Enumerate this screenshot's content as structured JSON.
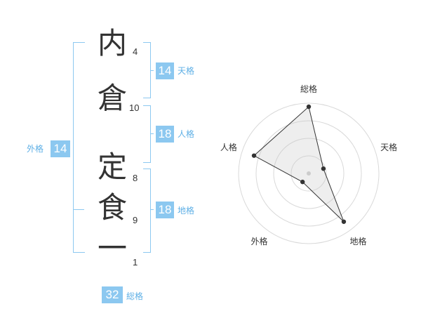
{
  "name_chars": [
    {
      "char": "内",
      "strokes": "4"
    },
    {
      "char": "倉",
      "strokes": "10"
    },
    {
      "char": "定",
      "strokes": "8"
    },
    {
      "char": "食",
      "strokes": "9"
    },
    {
      "char": "一",
      "strokes": "1"
    }
  ],
  "kaku": {
    "tenkaku": {
      "label": "天格",
      "value": "14"
    },
    "jinkaku": {
      "label": "人格",
      "value": "18"
    },
    "chikaku": {
      "label": "地格",
      "value": "18"
    },
    "gaikaku": {
      "label": "外格",
      "value": "14"
    },
    "soukaku": {
      "label": "総格",
      "value": "32"
    }
  },
  "colors": {
    "accent": "#8cc8f0",
    "accent_text": "#5fb0e6",
    "text": "#333333"
  },
  "chart_data": {
    "type": "radar",
    "axes": [
      "総格",
      "天格",
      "地格",
      "外格",
      "人格"
    ],
    "values": [
      0.95,
      0.22,
      0.85,
      0.15,
      0.82
    ],
    "rings": 4,
    "range": [
      0,
      1
    ]
  }
}
